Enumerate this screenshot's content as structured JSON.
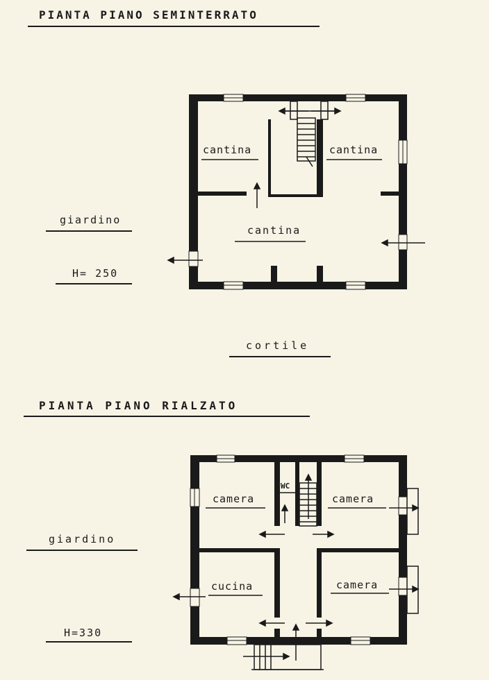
{
  "plan_top": {
    "title": "PIANTA PIANO SEMINTERRATO",
    "rooms": [
      "cantina",
      "cantina",
      "cantina"
    ],
    "side_label": "giardino",
    "height_label": "H= 250"
  },
  "courtyard_label": "cortile",
  "plan_bottom": {
    "title": "PIANTA PIANO RIALZATO",
    "rooms": [
      "camera",
      "WC",
      "camera",
      "cucina",
      "camera"
    ],
    "side_label": "giardino",
    "height_label": "H=330"
  }
}
